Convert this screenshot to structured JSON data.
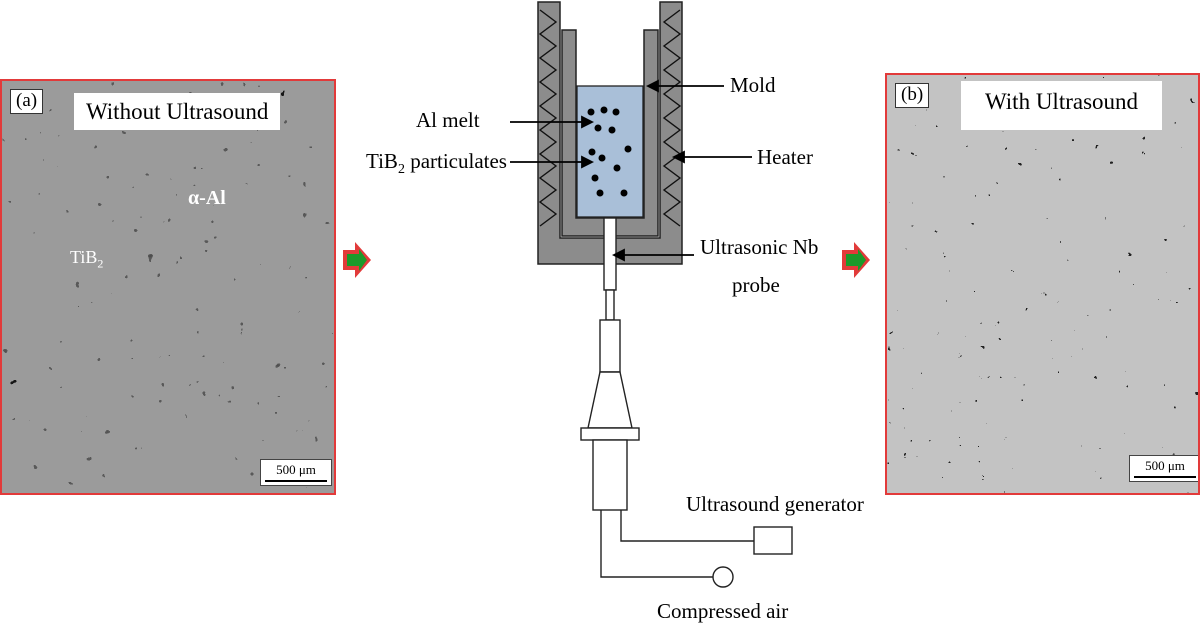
{
  "panel_a": {
    "letter": "(a)",
    "caption": "Without Ultrasound",
    "scale": "500 μm",
    "label_alpha": "α-Al",
    "label_tib2_main": "TiB",
    "label_tib2_sub": "2"
  },
  "panel_b": {
    "letter": "(b)",
    "caption": "With Ultrasound",
    "scale": "500 μm"
  },
  "diagram": {
    "al_melt": "Al melt",
    "tib2_main": "TiB",
    "tib2_sub": "2",
    "tib2_rest": " particulates",
    "mold": "Mold",
    "heater": "Heater",
    "probe_line1": "Ultrasonic Nb",
    "probe_line2": "probe",
    "generator": "Ultrasound generator",
    "air": "Compressed air"
  },
  "colors": {
    "panel_border": "#e23a3a",
    "arrow_fill": "#1a9a2a",
    "arrow_border": "#e23a3a",
    "melt_fill": "#a9bfd8"
  },
  "icons": [
    "right-arrow-icon",
    "right-arrow-icon"
  ]
}
